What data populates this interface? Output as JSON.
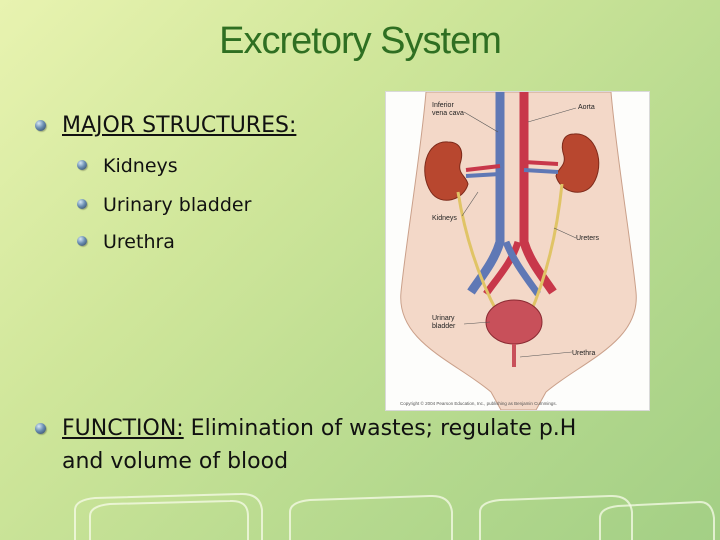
{
  "slide": {
    "title": "Excretory System",
    "section1": {
      "heading": "MAJOR STRUCTURES:",
      "items": [
        "Kidneys",
        "Urinary bladder",
        "Urethra"
      ]
    },
    "section2": {
      "heading": "FUNCTION:",
      "text_line1": " Elimination of wastes; regulate p.H",
      "text_line2": "and volume of blood"
    },
    "figure": {
      "labels": {
        "inferior_vena_cava_1": "Inferior",
        "inferior_vena_cava_2": "vena cava",
        "aorta": "Aorta",
        "kidneys": "Kidneys",
        "ureters": "Ureters",
        "urinary_bladder_1": "Urinary",
        "urinary_bladder_2": "bladder",
        "urethra": "Urethra"
      },
      "copyright": "Copyright © 2004 Pearson Education, Inc., publishing as Benjamin Cummings."
    }
  },
  "colors": {
    "title": "#2f6f22",
    "text": "#111111",
    "background_start": "#e8f3b0",
    "background_end": "#a3cf85"
  }
}
